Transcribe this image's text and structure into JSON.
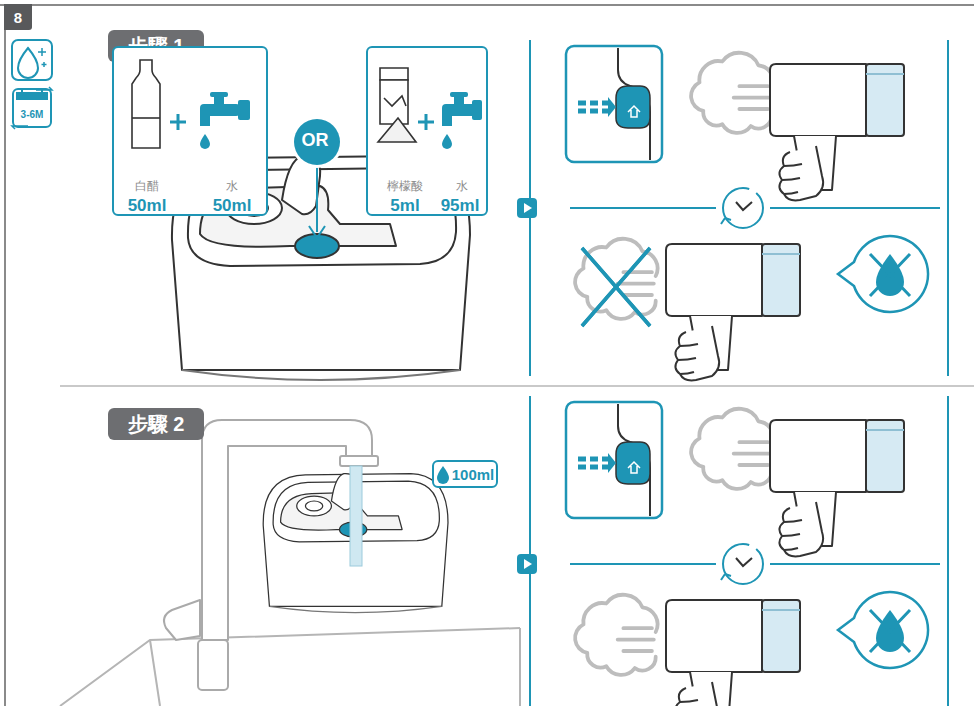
{
  "diagram": {
    "nodes": [
      {
        "text": [
          "8"
        ]
      },
      {
        "text": [
          "3-6M"
        ]
      },
      {
        "text": [
          "步驟 1"
        ]
      },
      {
        "text": [
          "白醋",
          "水",
          "50ml",
          "50ml"
        ]
      },
      {
        "text": [
          "OR"
        ]
      },
      {
        "text": [
          "檸檬酸",
          "水",
          "5ml",
          "95ml"
        ]
      },
      {
        "text": [
          "步驟 2"
        ]
      },
      {
        "text": [
          "100ml"
        ]
      }
    ]
  }
}
